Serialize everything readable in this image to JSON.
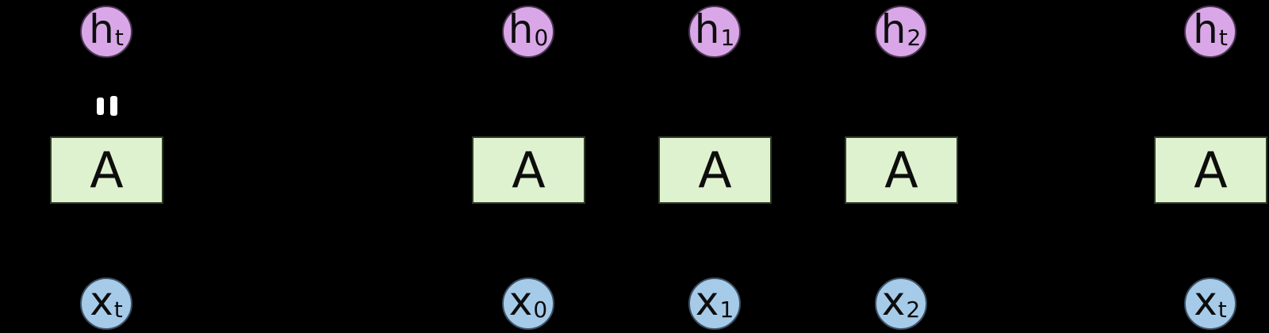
{
  "diagram": {
    "type": "rnn-unrolled-architecture",
    "background": "#000000",
    "colors": {
      "hidden_node_fill": "#d9a7e8",
      "hidden_node_border": "#4a3552",
      "input_node_fill": "#a6cbe9",
      "input_node_border": "#3d5166",
      "block_fill": "#dff2d0",
      "block_border": "#2f3e28",
      "label_text": "#0d0d0d",
      "marks_color": "#ffffff"
    },
    "marks": {
      "name": "loop-arrowhead-marks"
    }
  },
  "cells": [
    {
      "h": {
        "base": "h",
        "sub": "t"
      },
      "a": "A",
      "x": {
        "base": "x",
        "sub": "t"
      }
    },
    {
      "h": {
        "base": "h",
        "sub": "0"
      },
      "a": "A",
      "x": {
        "base": "x",
        "sub": "0"
      }
    },
    {
      "h": {
        "base": "h",
        "sub": "1"
      },
      "a": "A",
      "x": {
        "base": "x",
        "sub": "1"
      }
    },
    {
      "h": {
        "base": "h",
        "sub": "2"
      },
      "a": "A",
      "x": {
        "base": "x",
        "sub": "2"
      }
    },
    {
      "h": {
        "base": "h",
        "sub": "t"
      },
      "a": "A",
      "x": {
        "base": "x",
        "sub": "t"
      }
    }
  ]
}
